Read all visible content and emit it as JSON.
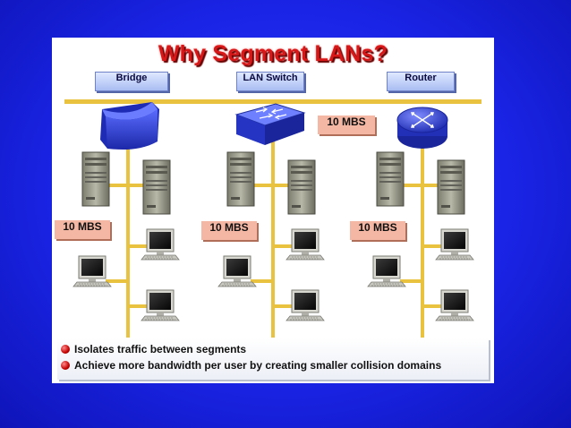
{
  "title": "Why Segment LANs?",
  "devices": [
    {
      "label": "Bridge",
      "icon": "bridge-icon"
    },
    {
      "label": "LAN Switch",
      "icon": "switch-icon"
    },
    {
      "label": "Router",
      "icon": "router-icon"
    }
  ],
  "bandwidth_labels": {
    "backbone": "10 MBS",
    "segment1": "10 MBS",
    "segment2": "10 MBS",
    "segment3": "10 MBS"
  },
  "bullets": [
    "Isolates traffic between segments",
    "Achieve more bandwidth per user by creating smaller collision domains"
  ],
  "colors": {
    "background": "#1a24e6",
    "title": "#d81818",
    "cable": "#e9c23f",
    "device": "#2a3ad8",
    "bandwidth_label": "#f4b7a4",
    "bullet": "#c40000"
  }
}
